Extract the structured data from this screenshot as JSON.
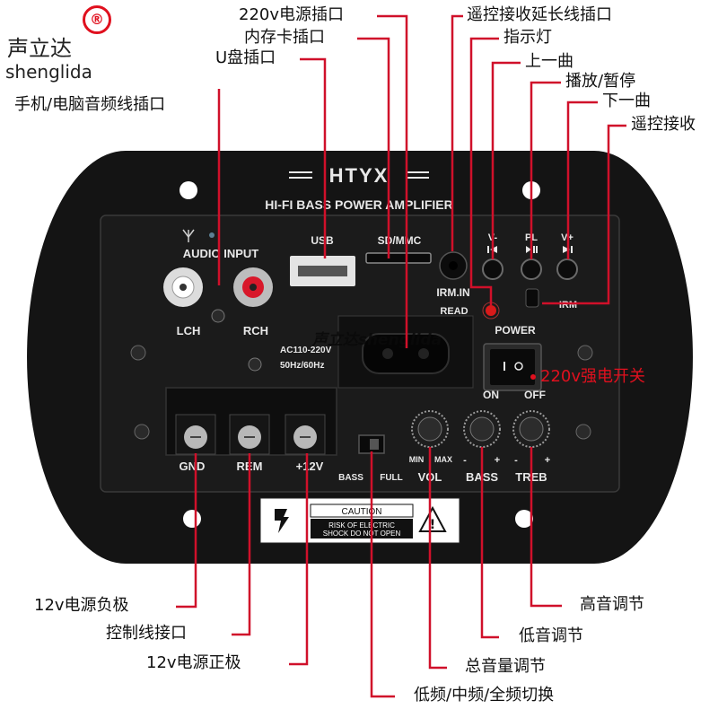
{
  "brand": {
    "name_cn": "声立达",
    "name_en": "shenglida",
    "registered_mark": "®",
    "watermark": "声立达shenglida"
  },
  "panel": {
    "logo": "HTYX",
    "subtitle": "HI-FI BASS POWER AMPLIFIER",
    "audio_input": "AUDIO INPUT",
    "lch": "LCH",
    "rch": "RCH",
    "usb": "USB",
    "sd_mmc": "SD/MMC",
    "v_minus": "V-",
    "pl": "PL",
    "v_plus": "V+",
    "irm_in": "IRM.IN",
    "read": "READ",
    "irm": "IRM",
    "power": "POWER",
    "on": "ON",
    "off": "OFF",
    "ac_line1": "AC110-220V",
    "ac_line2": "50Hz/60Hz",
    "gnd": "GND",
    "rem": "REM",
    "plus12v": "+12V",
    "bass_switch": "BASS",
    "full_switch": "FULL",
    "min": "MIN",
    "max": "MAX",
    "vol": "VOL",
    "bass": "BASS",
    "treb": "TREB",
    "caution": "CAUTION",
    "caution_line1": "RISK OF ELECTRIC",
    "caution_line2": "SHOCK DO NOT OPEN"
  },
  "callouts": {
    "phone_pc_audio": "手机/电脑音频线插口",
    "power_220v": "220v电源插口",
    "memory_card": "内存卡插口",
    "usb_port": "U盘插口",
    "remote_extension": "遥控接收延长线插口",
    "indicator": "指示灯",
    "prev_track": "上一曲",
    "play_pause": "播放/暂停",
    "next_track": "下一曲",
    "remote_receiver": "遥控接收",
    "power_switch": "220v强电开关",
    "neg_12v": "12v电源负极",
    "control_line": "控制线接口",
    "pos_12v": "12v电源正极",
    "treble_adjust": "高音调节",
    "bass_adjust": "低音调节",
    "volume_adjust": "总音量调节",
    "freq_switch": "低频/中频/全频切换"
  },
  "colors": {
    "panel": "#141414",
    "callout_line": "#d0102a",
    "callout_text": "#111111",
    "switch_label": "#e0101e"
  }
}
